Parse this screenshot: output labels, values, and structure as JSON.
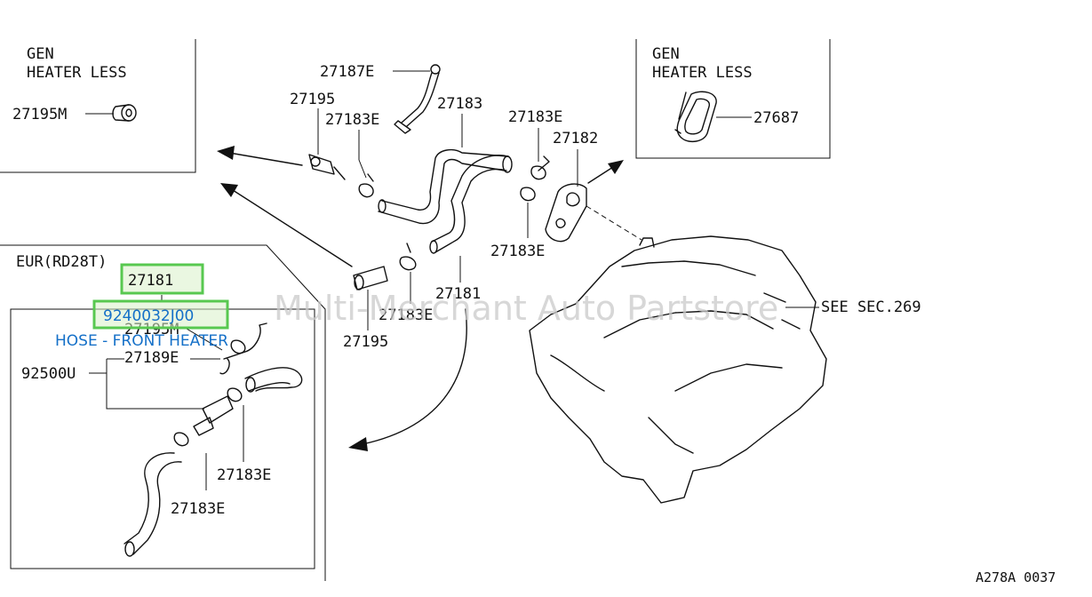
{
  "watermark": "Multi-Merchant Auto Partstore",
  "diagram_code": "A278A 0037",
  "insets": {
    "left_top": {
      "line1": "GEN",
      "line2": "HEATER LESS",
      "part": "27195M"
    },
    "right_top": {
      "line1": "GEN",
      "line2": "HEATER LESS",
      "part": "27687"
    },
    "eur": {
      "title": "EUR(RD28T)"
    }
  },
  "highlight": {
    "part_number": "27181",
    "oem_number": "9240032J00",
    "description": "HOSE - FRONT HEATER"
  },
  "callouts": {
    "c27187e": "27187E",
    "c27195_top": "27195",
    "c27183e_a": "27183E",
    "c27183": "27183",
    "c27183e_b": "27183E",
    "c27182": "27182",
    "c27183e_c": "27183E",
    "c27181_main": "27181",
    "c27183e_d": "27183E",
    "c27195_bottom": "27195",
    "see_sec": "SEE SEC.269",
    "eur_27195m": "27195M",
    "eur_27189e": "27189E",
    "eur_92500u": "92500U",
    "eur_27183e_a": "27183E",
    "eur_27183e_b": "27183E"
  },
  "colors": {
    "highlight_border": "#58c850",
    "highlight_fill": "#d8f0c8",
    "highlight_text": "#1570c8"
  },
  "icons": [
    "arrow-icon"
  ]
}
